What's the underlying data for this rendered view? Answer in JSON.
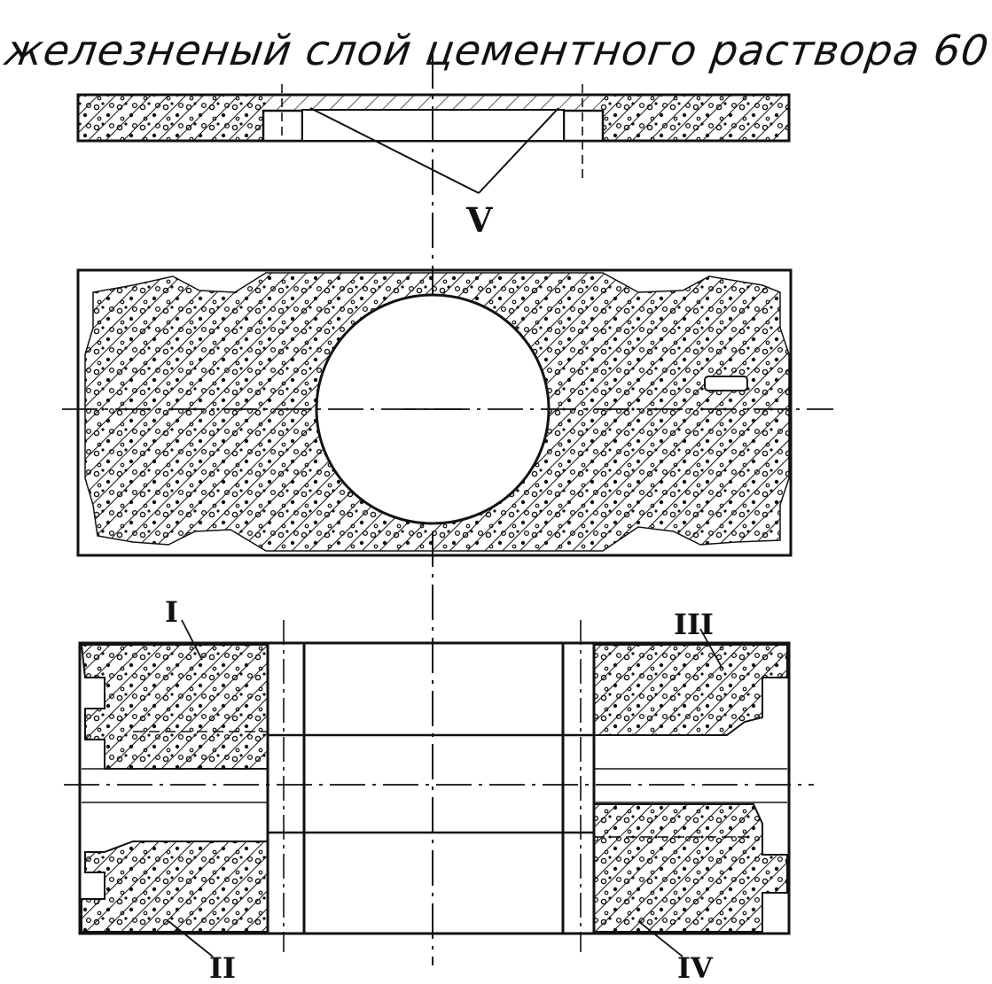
{
  "caption": "железненый слой цементного раствора 60",
  "labels": {
    "top_pointer": "V",
    "bottom_tl": "I",
    "bottom_bl": "II",
    "bottom_tr": "III",
    "bottom_br": "IV"
  },
  "colors": {
    "ink": "#111111",
    "paper": "#ffffff"
  }
}
